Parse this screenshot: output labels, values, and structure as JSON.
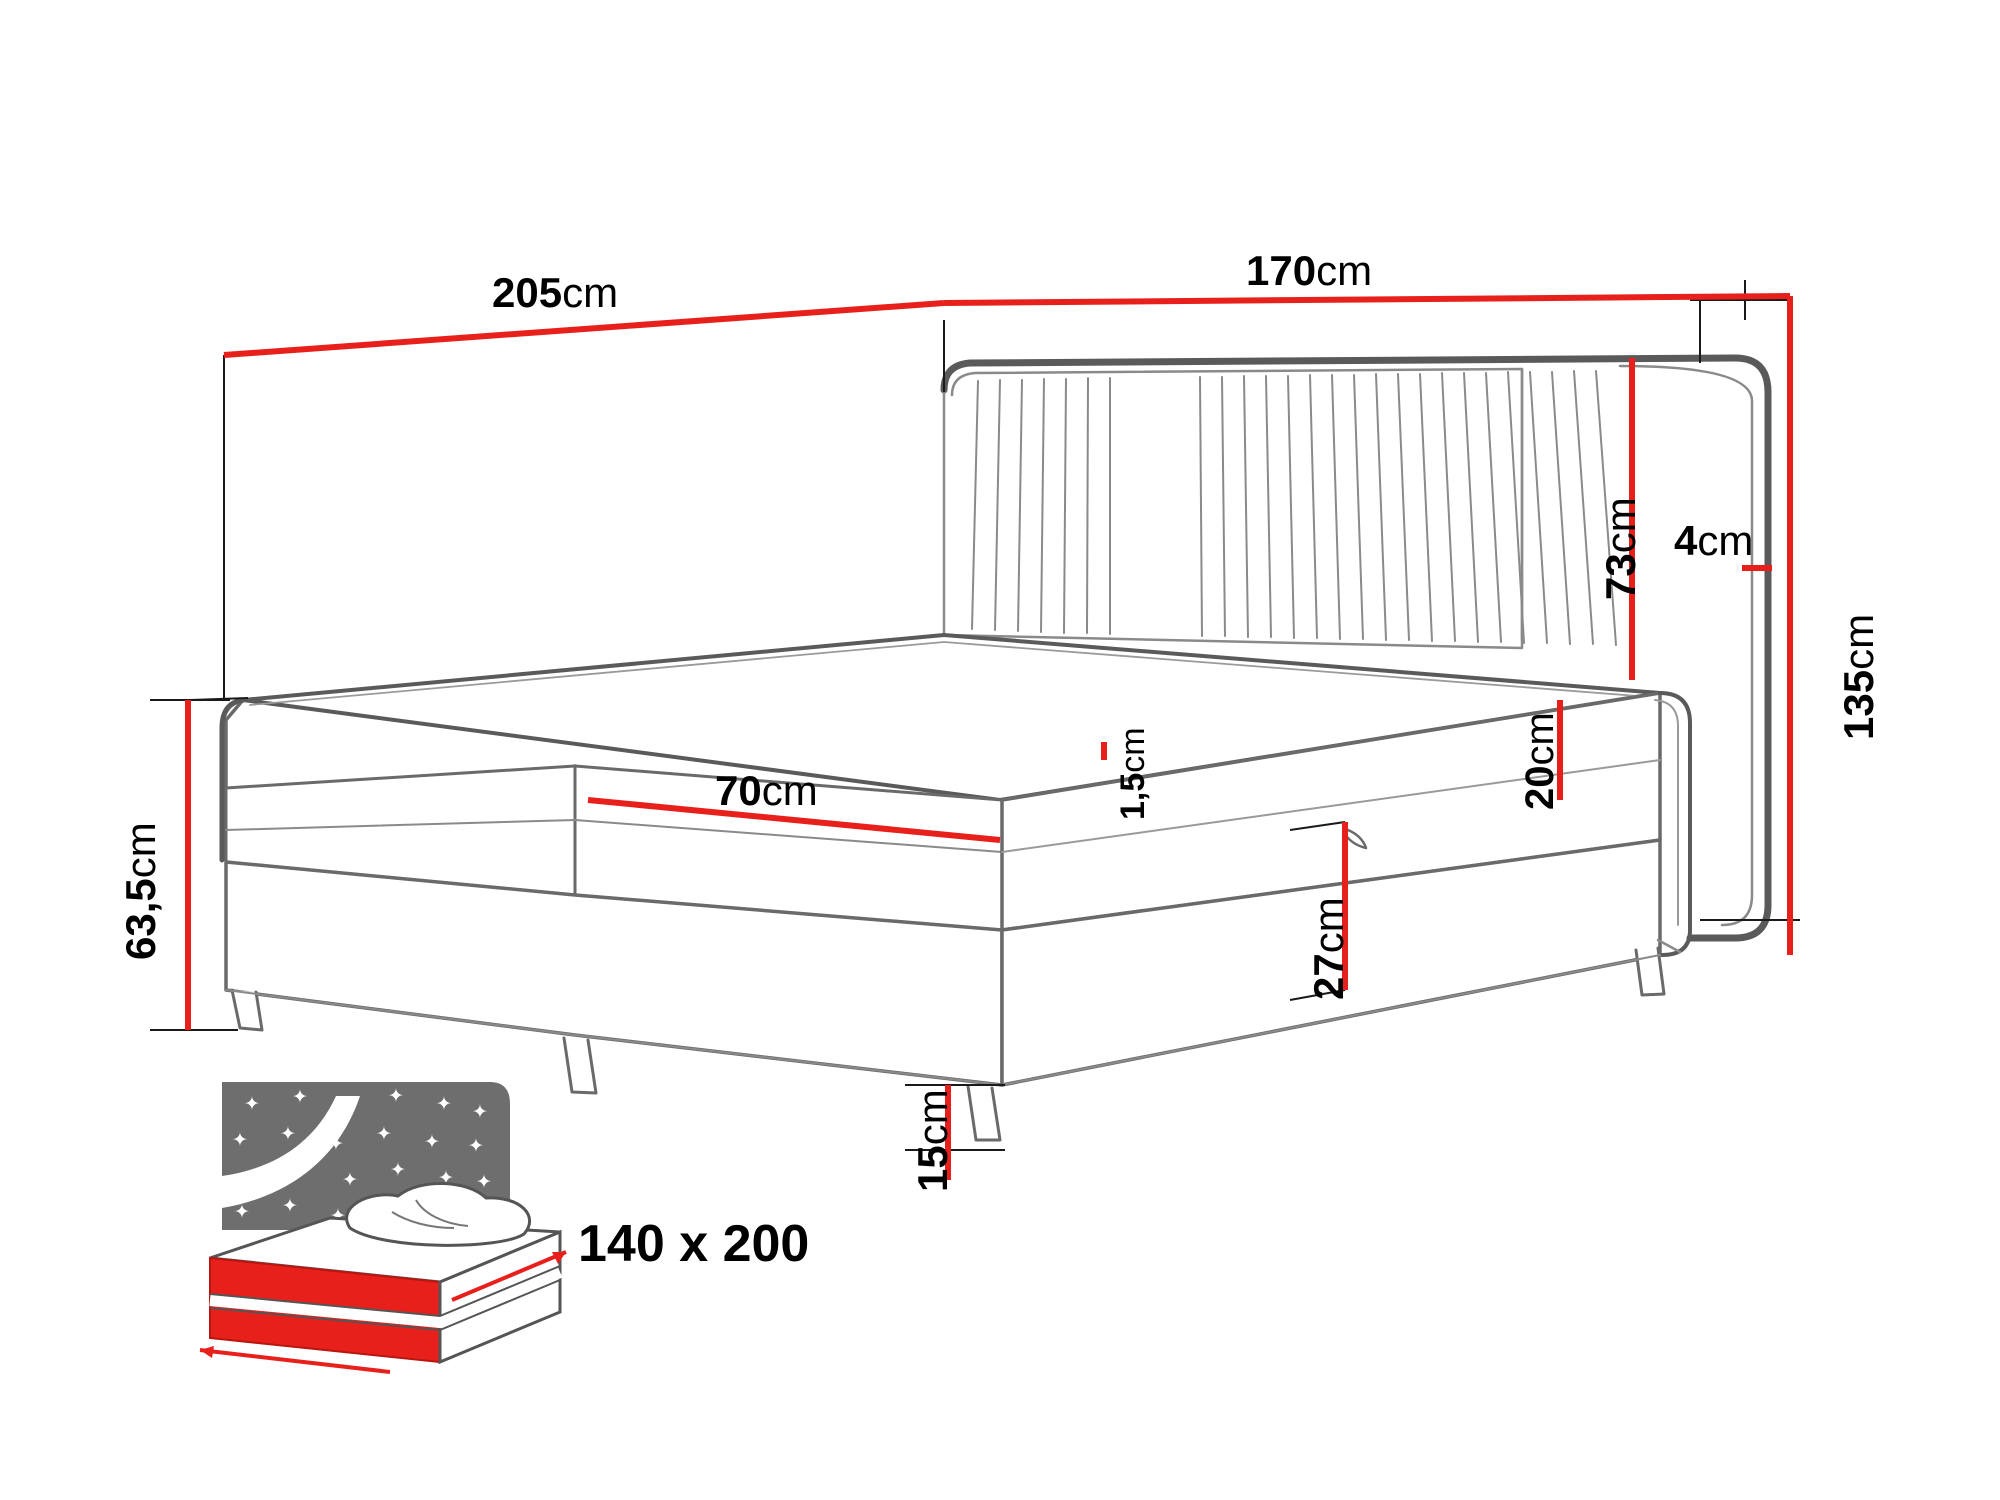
{
  "title": "Boxspring bed technical dimension drawing",
  "colors": {
    "dimension_line": "#e8201c",
    "outline_dark": "#595959",
    "outline_light": "#8c8c8c",
    "mattress_icon_gray": "#6e6e6e",
    "mattress_icon_red": "#e8201c",
    "background": "#ffffff",
    "text": "#000000"
  },
  "dimensions": {
    "length": {
      "value": "205",
      "unit": "cm",
      "orientation": "horizontal",
      "line": "top-left-diagonal"
    },
    "width": {
      "value": "170",
      "unit": "cm",
      "orientation": "horizontal",
      "line": "top-right-diagonal"
    },
    "headboard_height": {
      "value": "73",
      "unit": "cm",
      "orientation": "vertical",
      "line": "right-inner-vertical"
    },
    "headboard_thickness": {
      "value": "4",
      "unit": "cm",
      "orientation": "horizontal",
      "line": "short-red-tick"
    },
    "total_height": {
      "value": "135",
      "unit": "cm",
      "orientation": "vertical",
      "line": "far-right-vertical"
    },
    "bed_height": {
      "value": "63,5",
      "unit": "cm",
      "orientation": "vertical",
      "line": "far-left-vertical"
    },
    "mattress_topper_thickness": {
      "value": "1,5",
      "unit": "cm",
      "orientation": "vertical",
      "line": "tiny-red-tick"
    },
    "drawer_front_height": {
      "value": "70",
      "unit": "cm",
      "orientation": "horizontal",
      "line": "mid-red-diagonal"
    },
    "mattress_thickness": {
      "value": "20",
      "unit": "cm",
      "orientation": "vertical",
      "line": "right-mid-vertical"
    },
    "base_height": {
      "value": "27",
      "unit": "cm",
      "orientation": "vertical",
      "line": "lower-mid-vertical"
    },
    "leg_height": {
      "value": "15",
      "unit": "cm",
      "orientation": "vertical",
      "line": "bottom-vertical"
    }
  },
  "mattress_badge": {
    "size_label": "140 x 200",
    "icon_name": "mattress-with-pillow-icon"
  }
}
